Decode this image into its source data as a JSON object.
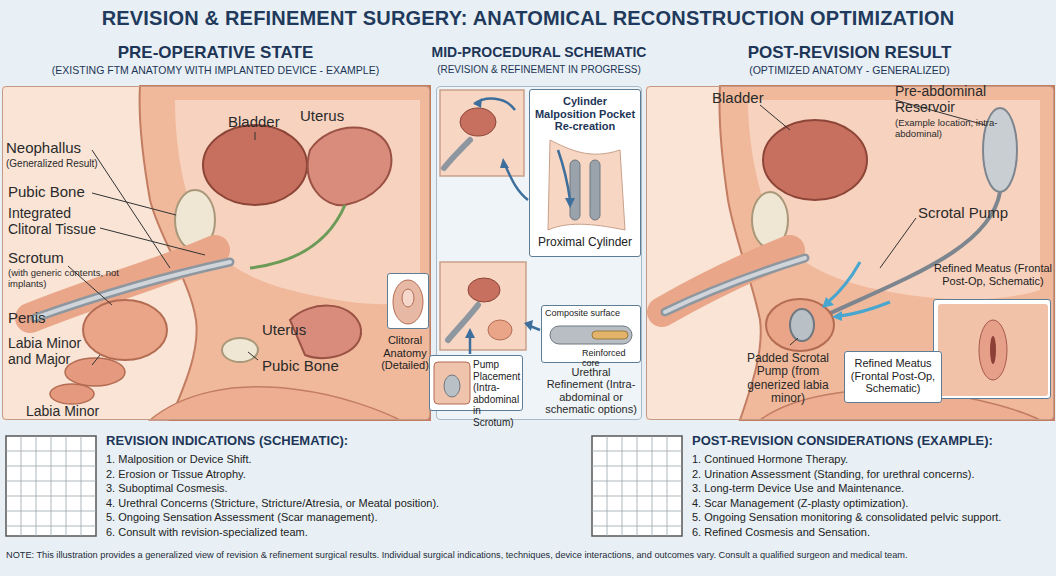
{
  "diagram": {
    "title": "REVISION & REFINEMENT SURGERY: ANATOMICAL RECONSTRUCTION OPTIMIZATION",
    "nodes": [
      {
        "text": [
          "PRE-OPERATIVE STATE",
          "(EXISTING FTM ANATOMY WITH IMPLANTED DEVICE - EXAMPLE)"
        ]
      },
      {
        "text": [
          "MID-PROCEDURAL SCHEMATIC",
          "(REVISION & REFINEMENT IN PROGRESS)"
        ]
      },
      {
        "text": [
          "POST-REVISION RESULT",
          "(OPTIMIZED ANATOMY - GENERALIZED)"
        ]
      },
      {
        "text": [
          "Clitoral Anatomy (Detailed)"
        ],
        "in": 0
      },
      {
        "text": [
          "Cylinder Malposition Pocket Re-creation",
          "Proximal Cylinder"
        ],
        "in": 1
      },
      {
        "text": [
          "Pump Placement (Intra-abdominal in Scrotum)"
        ],
        "in": 1
      },
      {
        "text": [
          "Composite surface",
          "Reinforced core"
        ],
        "in": 1
      },
      {
        "text": [
          "Refined Meatus (Frontal Post-Op, Schematic)"
        ],
        "in": 2
      },
      {
        "text": [
          "Refined Meatus (Frontal Post-Op, Schematic)"
        ],
        "in": 2
      },
      {
        "text": [
          "REVISION INDICATIONS (SCHEMATIC):",
          "1. Malposition or Device Shift.",
          "2. Erosion or Tissue Atrophy.",
          "3. Suboptimal Cosmesis.",
          "4. Urethral Concerns (Stricture, Stricture/Atresia, or Meatal position).",
          "5. Ongoing Sensation Assessment (Scar management).",
          "6. Consult with revision-specialized team."
        ]
      },
      {
        "text": [
          "POST-REVISION CONSIDERATIONS (EXAMPLE):",
          "1. Continued Hormone Therapy.",
          "2. Urination Assessment (Standing, for urethral concerns).",
          "3. Long-term Device Use and Maintenance.",
          "4. Scar Management (Z-plasty optimization).",
          "5. Ongoing Sensation monitoring & consolidated pelvic support.",
          "6. Refined Cosmesis and Sensation."
        ]
      }
    ],
    "labels": [
      "Neophallus",
      "(Generalized Result)",
      "Bladder",
      "Uterus",
      "Pubic Bone",
      "Integrated Clitoral Tissue",
      "Scrotum",
      "(with generic contents, not implants)",
      "Penis",
      "Labia Minor and Major",
      "Labia Minor",
      "Uterus",
      "Pubic Bone",
      "Urethral Refinement (Intra-abdominal or schematic options)",
      "Bladder",
      "Pre-abdominal Reservoir",
      "(Example location, intra-abdominal)",
      "Scrotal Pump",
      "Padded Scrotal Pump (from generized labia minor)",
      "NOTE: This illustration provides a generalized view of revision & refinement surgical results. Individual surgical indications, techniques, device interactions, and outcomes vary. Consult a qualified surgeon and medical team."
    ]
  }
}
